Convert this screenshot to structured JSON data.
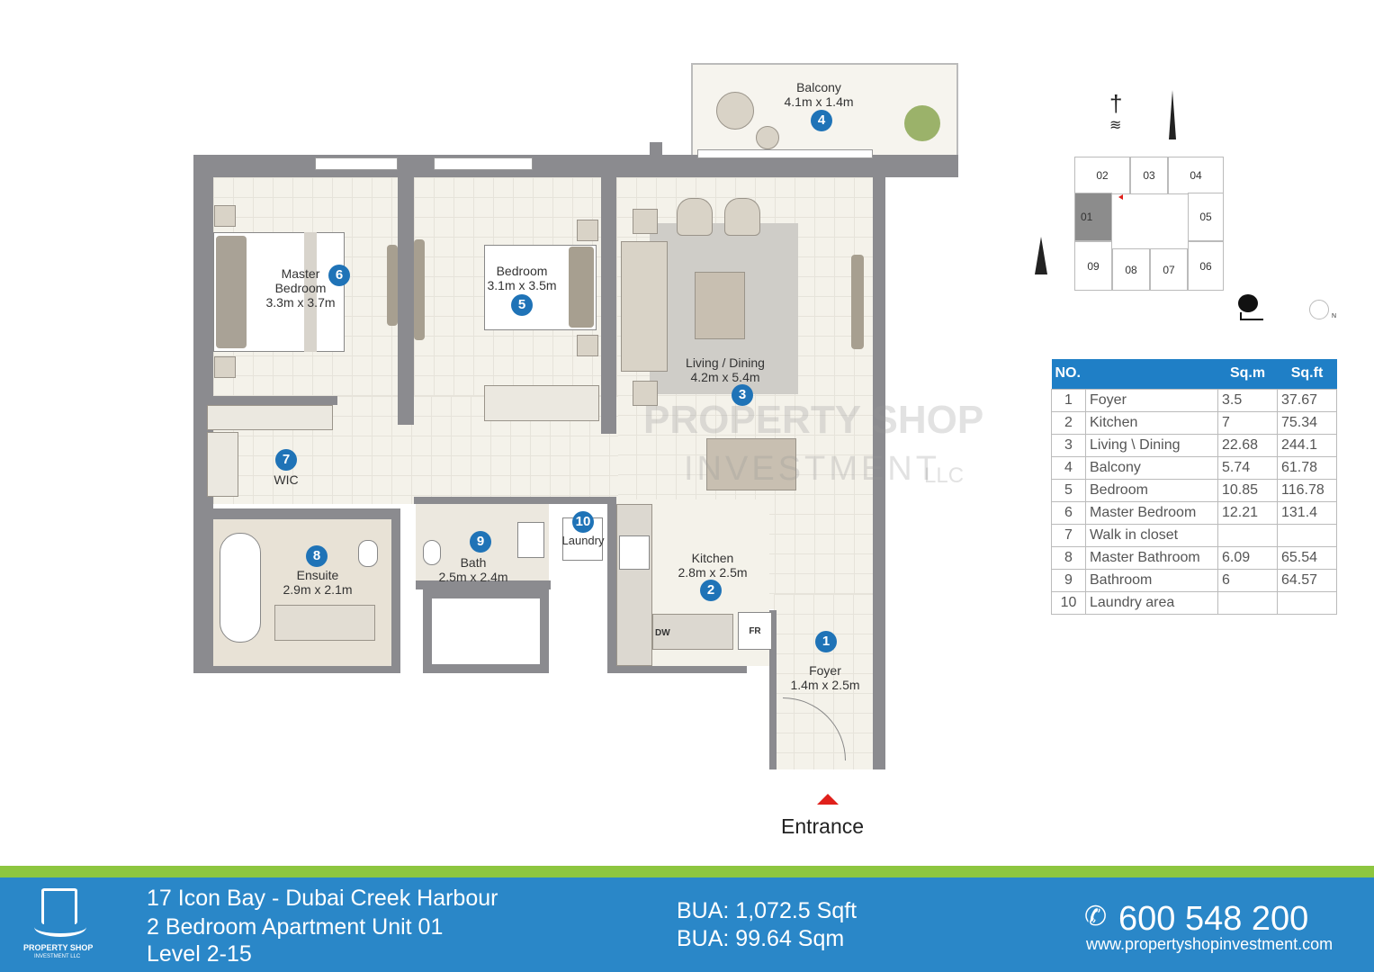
{
  "watermark": {
    "line1": "PROPERTY SHOP",
    "line2": "INVESTMENT",
    "suffix": "LLC"
  },
  "rooms": [
    {
      "no": "1",
      "name": "Foyer",
      "dims": "1.4m x 2.5m"
    },
    {
      "no": "2",
      "name": "Kitchen",
      "dims": "2.8m x 2.5m"
    },
    {
      "no": "3",
      "name": "Living / Dining",
      "dims": "4.2m x 5.4m"
    },
    {
      "no": "4",
      "name": "Balcony",
      "dims": "4.1m x 1.4m"
    },
    {
      "no": "5",
      "name": "Bedroom",
      "dims": "3.1m x 3.5m"
    },
    {
      "no": "6",
      "name": "Master",
      "name2": "Bedroom",
      "dims": "3.3m x 3.7m"
    },
    {
      "no": "7",
      "name": "WIC"
    },
    {
      "no": "8",
      "name": "Ensuite",
      "dims": "2.9m x 2.1m"
    },
    {
      "no": "9",
      "name": "Bath",
      "dims": "2.5m x 2.4m"
    },
    {
      "no": "10",
      "name": "Laundry"
    }
  ],
  "appliances": {
    "dw": "DW",
    "fr": "FR"
  },
  "entrance": "Entrance",
  "keyplan": {
    "units": [
      "02",
      "03",
      "04",
      "01",
      "05",
      "09",
      "08",
      "07",
      "06"
    ],
    "north": "N"
  },
  "table": {
    "headers": [
      "NO.",
      "Sq.m",
      "Sq.ft"
    ],
    "rows": [
      [
        "1",
        "Foyer",
        "3.5",
        "37.67"
      ],
      [
        "2",
        "Kitchen",
        "7",
        "75.34"
      ],
      [
        "3",
        "Living \\ Dining",
        "22.68",
        "244.1"
      ],
      [
        "4",
        "Balcony",
        "5.74",
        "61.78"
      ],
      [
        "5",
        "Bedroom",
        "10.85",
        "116.78"
      ],
      [
        "6",
        "Master Bedroom",
        "12.21",
        "131.4"
      ],
      [
        "7",
        "Walk in closet",
        "",
        ""
      ],
      [
        "8",
        "Master Bathroom",
        "6.09",
        "65.54"
      ],
      [
        "9",
        "Bathroom",
        "6",
        "64.57"
      ],
      [
        "10",
        "Laundry area",
        "",
        ""
      ]
    ]
  },
  "footer": {
    "logo_line1": "PROPERTY SHOP",
    "logo_line2": "INVESTMENT LLC",
    "title1": "17 Icon Bay - Dubai Creek Harbour",
    "title2": "2 Bedroom Apartment Unit 01",
    "title3": "Level  2-15",
    "bua_sqft": "BUA: 1,072.5 Sqft",
    "bua_sqm": "BUA: 99.64 Sqm",
    "phone": "600 548 200",
    "website": "www.propertyshopinvestment.com"
  },
  "colors": {
    "accent": "#1f73b7",
    "footer": "#2a87c8",
    "footer_strip": "#8dc63f",
    "entrance_arrow": "#e0201b"
  }
}
